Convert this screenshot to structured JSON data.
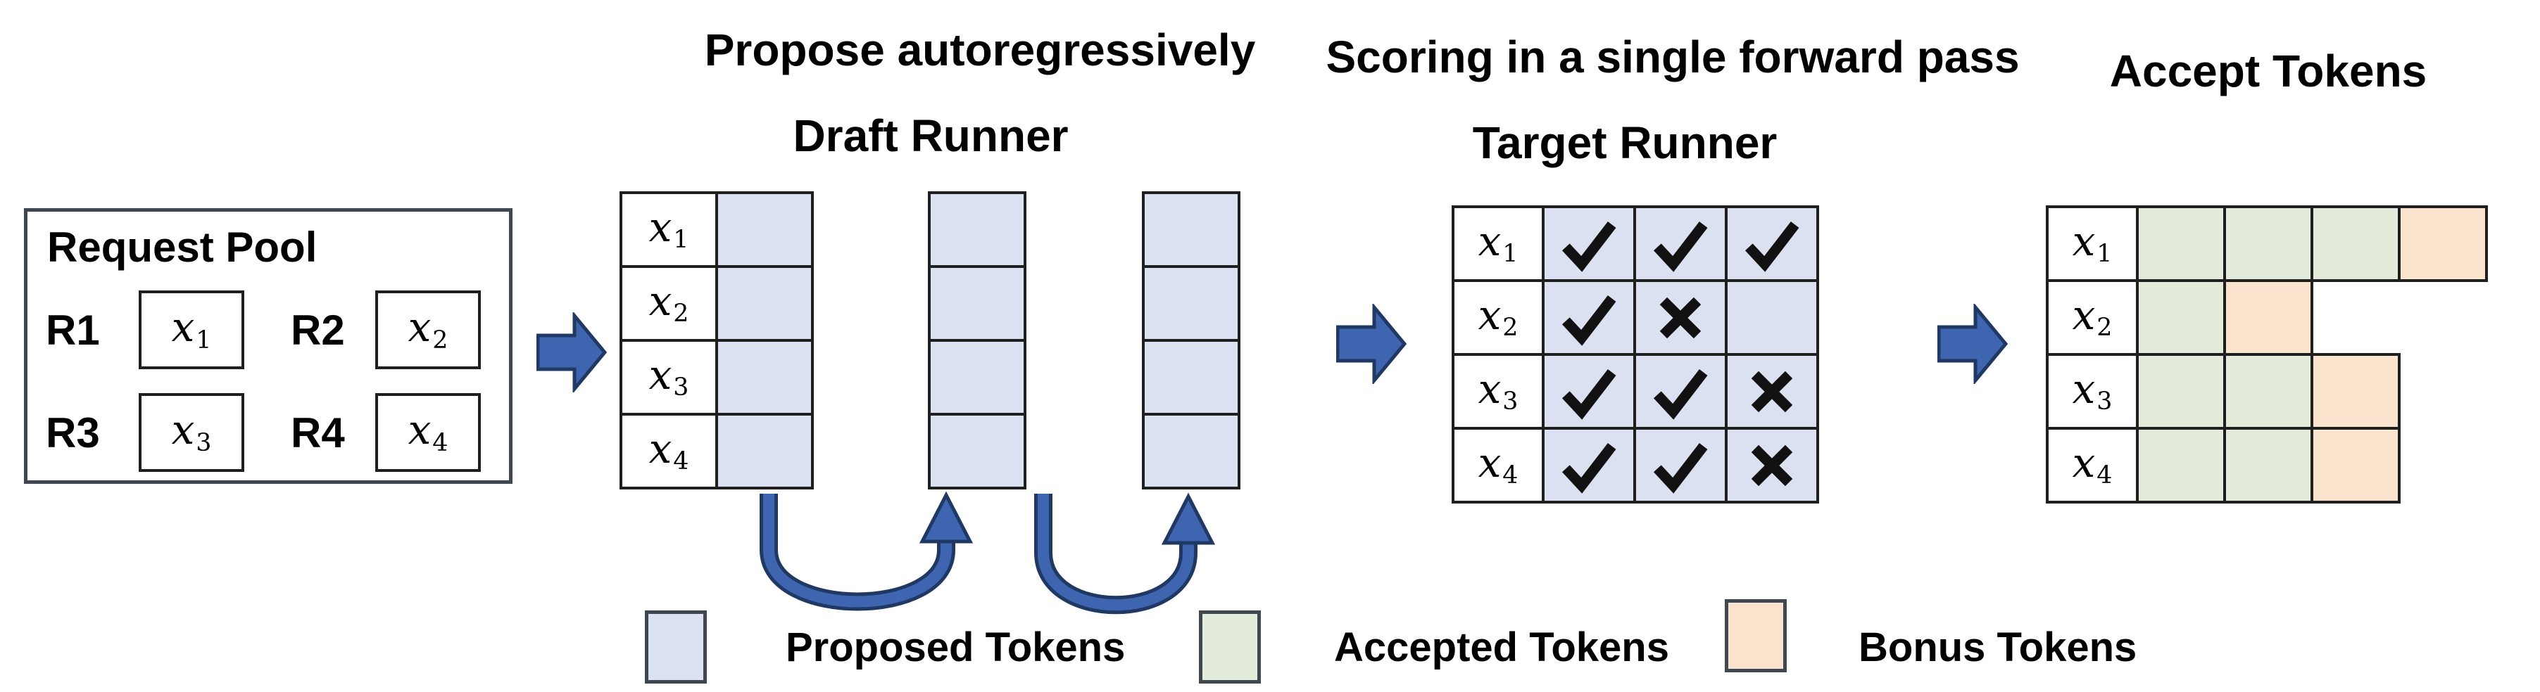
{
  "figure": {
    "stage_titles": {
      "propose": "Propose autoregressively",
      "draft_runner": "Draft Runner",
      "scoring": "Scoring in a single forward pass",
      "target_runner": "Target Runner",
      "accept_tokens": "Accept Tokens"
    },
    "request_pool": {
      "title": "Request Pool",
      "items": [
        {
          "label": "R1",
          "token": {
            "base": "x",
            "sub": "1"
          }
        },
        {
          "label": "R2",
          "token": {
            "base": "x",
            "sub": "2"
          }
        },
        {
          "label": "R3",
          "token": {
            "base": "x",
            "sub": "3"
          }
        },
        {
          "label": "R4",
          "token": {
            "base": "x",
            "sub": "4"
          }
        }
      ]
    },
    "row_labels": [
      {
        "base": "x",
        "sub": "1"
      },
      {
        "base": "x",
        "sub": "2"
      },
      {
        "base": "x",
        "sub": "3"
      },
      {
        "base": "x",
        "sub": "4"
      }
    ],
    "draft": {
      "rows": 4,
      "attached_proposed_columns": 1,
      "standalone_proposed_columns": 2
    },
    "target": {
      "marks": [
        [
          "check",
          "check",
          "check"
        ],
        [
          "check",
          "cross",
          "none"
        ],
        [
          "check",
          "check",
          "cross"
        ],
        [
          "check",
          "check",
          "cross"
        ]
      ]
    },
    "accept": {
      "cells": [
        [
          "accepted",
          "accepted",
          "accepted",
          "bonus"
        ],
        [
          "accepted",
          "bonus",
          "none",
          "none"
        ],
        [
          "accepted",
          "accepted",
          "bonus",
          "none"
        ],
        [
          "accepted",
          "accepted",
          "bonus",
          "none"
        ]
      ]
    },
    "legend": {
      "items": [
        {
          "label": "Proposed Tokens",
          "type": "proposed"
        },
        {
          "label": "Accepted Tokens",
          "type": "accepted"
        },
        {
          "label": "Bonus Tokens",
          "type": "bonus"
        }
      ]
    },
    "colors": {
      "proposed": "#dbe1f1",
      "accepted": "#e3ecda",
      "bonus": "#fbe4cd",
      "arrow_fill": "#3f65b0",
      "arrow_border": "#1f3864",
      "grid_border": "#1f1f1f",
      "pool_border": "#3f4750",
      "mark": "#111111"
    }
  }
}
